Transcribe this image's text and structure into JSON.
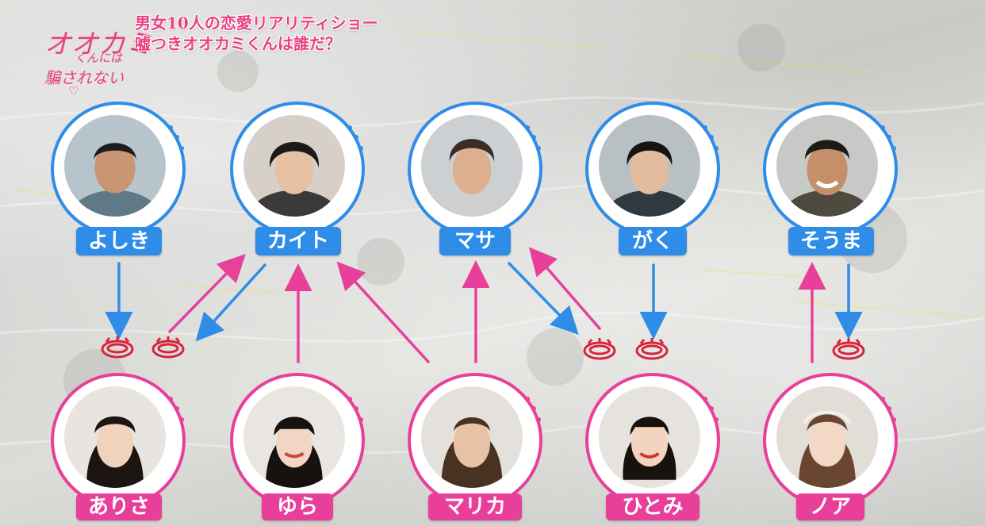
{
  "header": {
    "line1": "男女10人の恋愛リアリティショー",
    "line2": "嘘つきオオカミくんは誰だ？"
  },
  "logo": {
    "line1": "オオカミ",
    "line2": "くんには",
    "line3": "騙されない",
    "line4": "♡"
  },
  "colors": {
    "male": "#2f8de8",
    "female": "#e8409a",
    "title": "#ea3f82",
    "ring_icon": "#d8233a"
  },
  "boys": [
    {
      "id": "yoshiki",
      "name": "よしき"
    },
    {
      "id": "kaito",
      "name": "カイト"
    },
    {
      "id": "masa",
      "name": "マサ"
    },
    {
      "id": "gaku",
      "name": "がく"
    },
    {
      "id": "souma",
      "name": "そうま"
    }
  ],
  "girls": [
    {
      "id": "arisa",
      "name": "ありさ"
    },
    {
      "id": "yura",
      "name": "ゆら"
    },
    {
      "id": "marika",
      "name": "マリカ"
    },
    {
      "id": "hitomi",
      "name": "ひとみ"
    },
    {
      "id": "noa",
      "name": "ノア"
    }
  ],
  "relations": [
    {
      "from": "yoshiki",
      "to": "arisa",
      "kind": "male-to-female-ring"
    },
    {
      "from": "arisa",
      "to": "kaito",
      "kind": "female-to-male"
    },
    {
      "from": "kaito",
      "to": "arisa",
      "kind": "male-to-female-ring"
    },
    {
      "from": "yura",
      "to": "kaito",
      "kind": "female-to-male"
    },
    {
      "from": "marika",
      "to": "kaito",
      "kind": "female-to-male"
    },
    {
      "from": "marika",
      "to": "masa",
      "kind": "female-to-male"
    },
    {
      "from": "masa",
      "to": "hitomi",
      "kind": "male-to-female-ring"
    },
    {
      "from": "hitomi",
      "to": "masa",
      "kind": "female-to-male"
    },
    {
      "from": "gaku",
      "to": "hitomi",
      "kind": "male-to-female-ring"
    },
    {
      "from": "noa",
      "to": "souma",
      "kind": "female-to-male"
    },
    {
      "from": "souma",
      "to": "noa",
      "kind": "male-to-female-ring"
    }
  ],
  "icons": {
    "ring": "ring-icon",
    "arrow": "arrow-icon"
  }
}
